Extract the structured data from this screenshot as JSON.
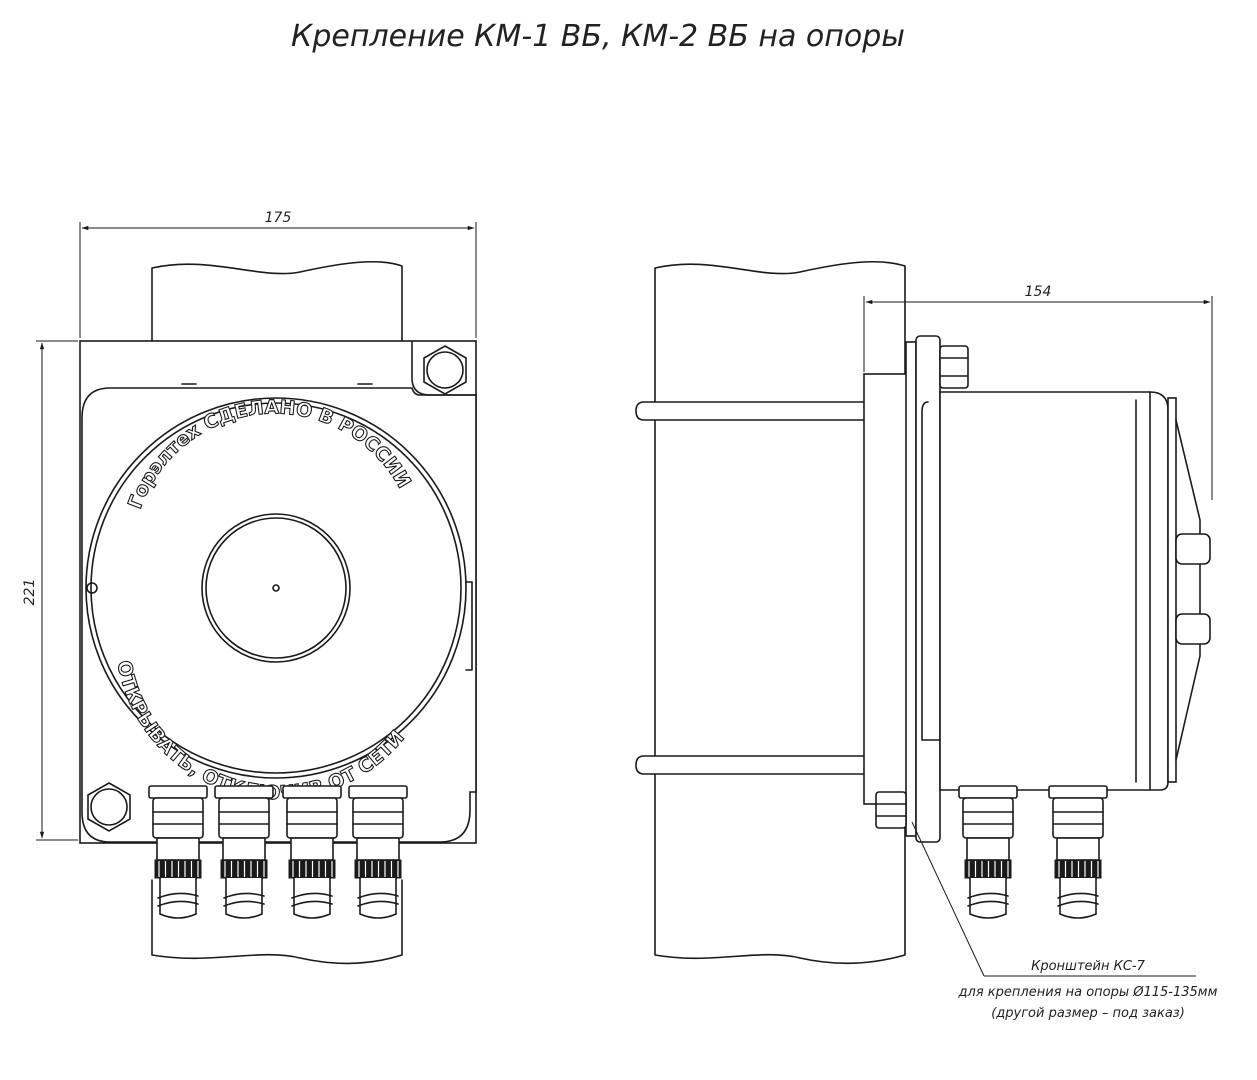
{
  "title": "Крепление КМ-1 ВБ, КМ-2 ВБ на опоры",
  "dimensions": {
    "width": "175",
    "height": "221",
    "depth": "154"
  },
  "front_view": {
    "emboss_brand": "Горэлтех",
    "emboss_made": "СДЕЛАНО В РОССИИ",
    "emboss_warning": "ОТКРЫВАТЬ, ОТКЛЮЧИВ ОТ СЕТИ"
  },
  "callout": {
    "line1": "Кронштейн КС-7",
    "line2": "для крепления на опоры Ø115-135мм",
    "line3": "(другой размер – под заказ)"
  }
}
